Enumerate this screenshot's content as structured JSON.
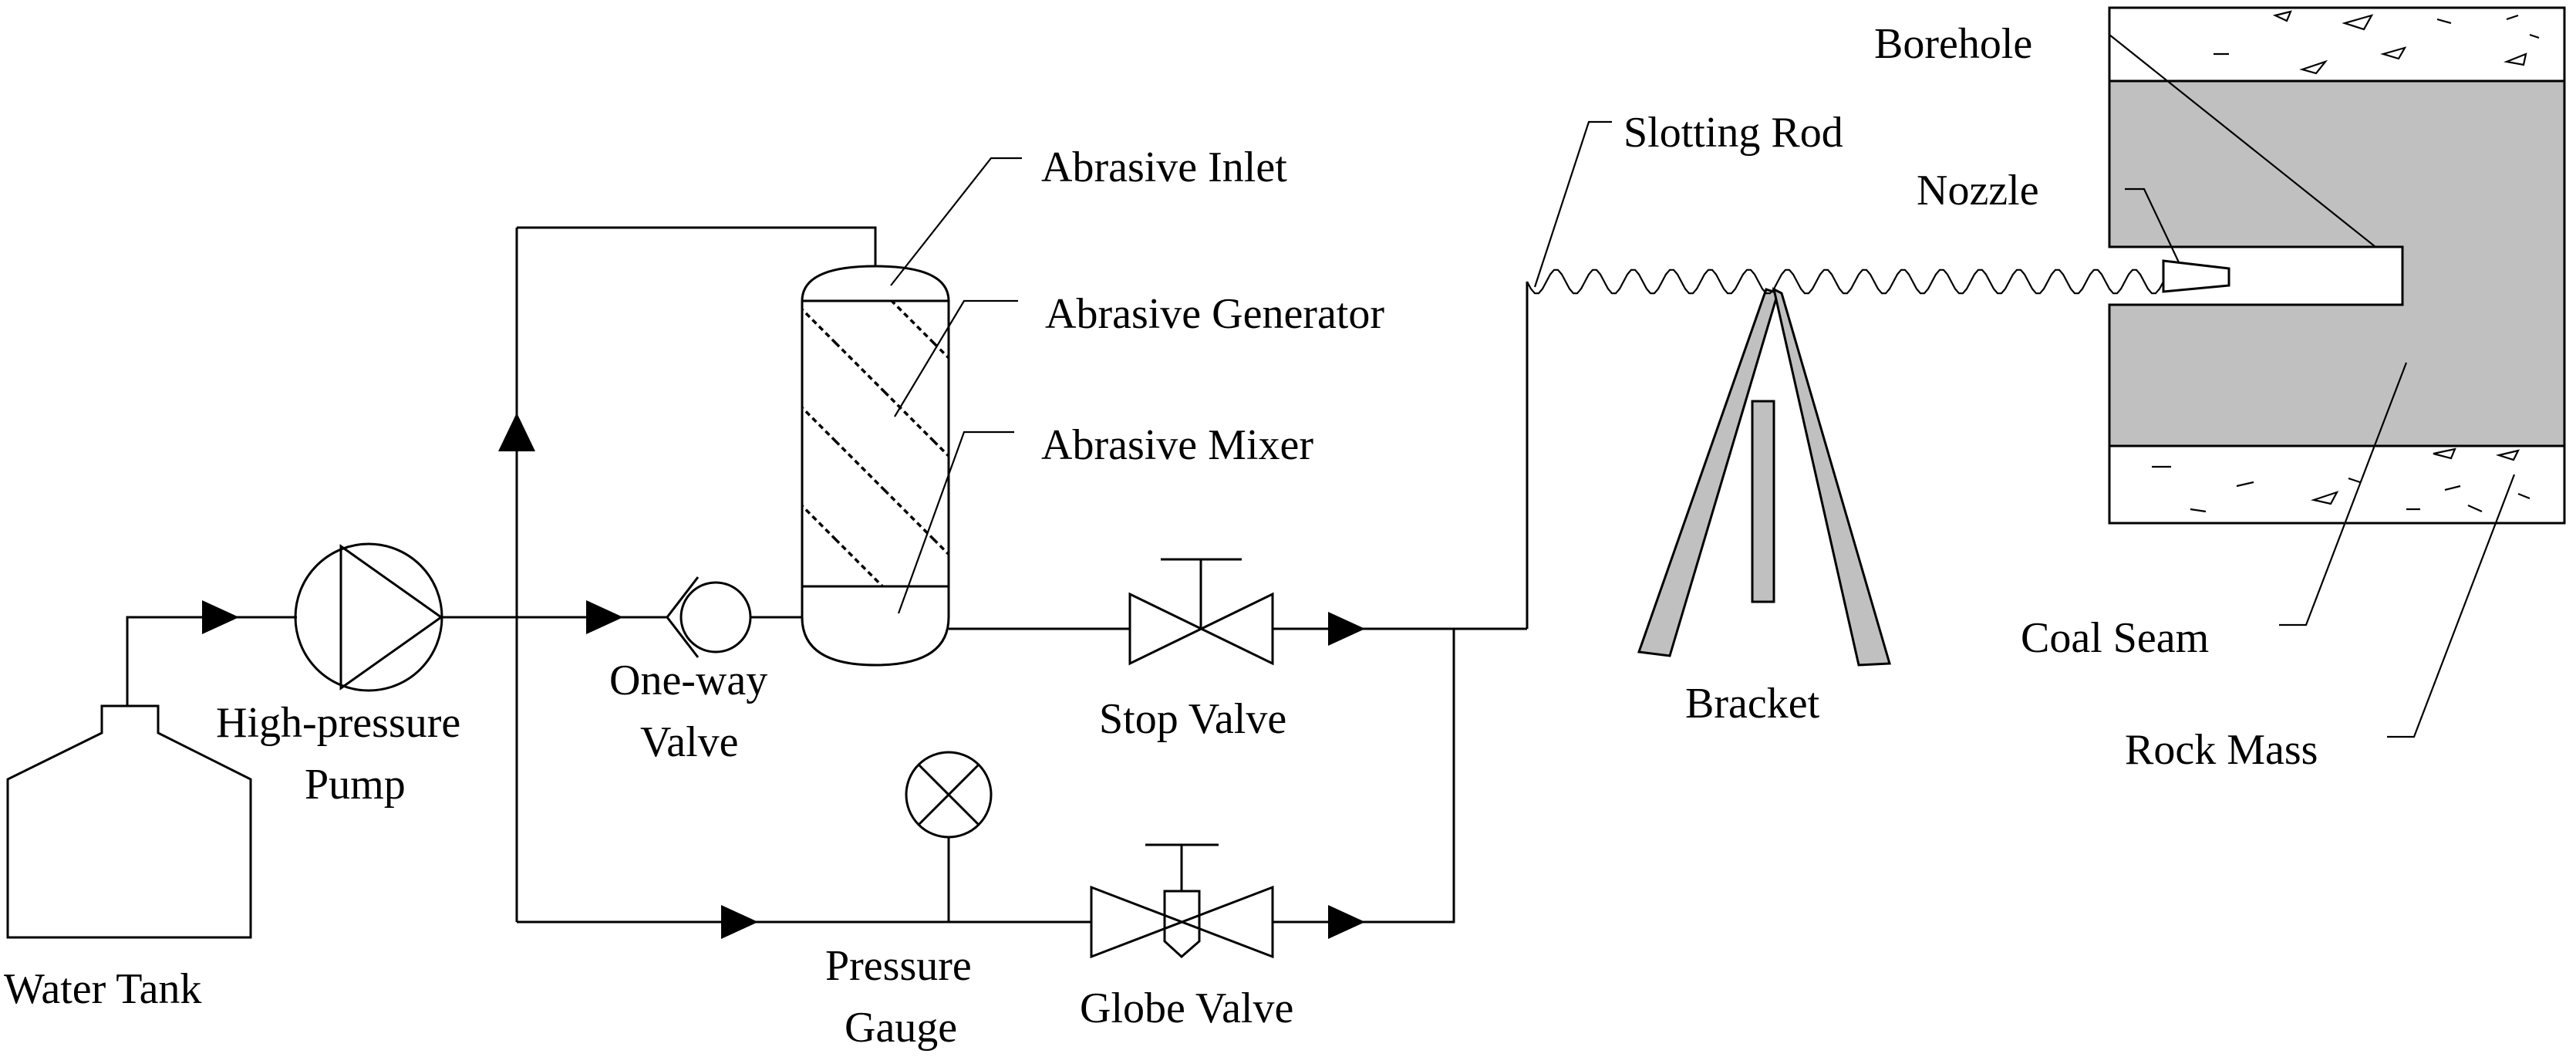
{
  "labels": {
    "water_tank": "Water Tank",
    "pump_line1": "High-pressure",
    "pump_line2": "Pump",
    "oneway_line1": "One-way",
    "oneway_line2": "Valve",
    "abrasive_inlet": "Abrasive Inlet",
    "abrasive_generator": "Abrasive Generator",
    "abrasive_mixer": "Abrasive Mixer",
    "stop_valve": "Stop Valve",
    "pressure_line1": "Pressure",
    "pressure_line2": "Gauge",
    "globe_valve": "Globe Valve",
    "slotting_rod": "Slotting Rod",
    "bracket": "Bracket",
    "borehole": "Borehole",
    "nozzle": "Nozzle",
    "coal_seam": "Coal Seam",
    "rock_mass": "Rock Mass"
  },
  "colors": {
    "line": "#000000",
    "fill_gray": "#c0c0c0"
  }
}
